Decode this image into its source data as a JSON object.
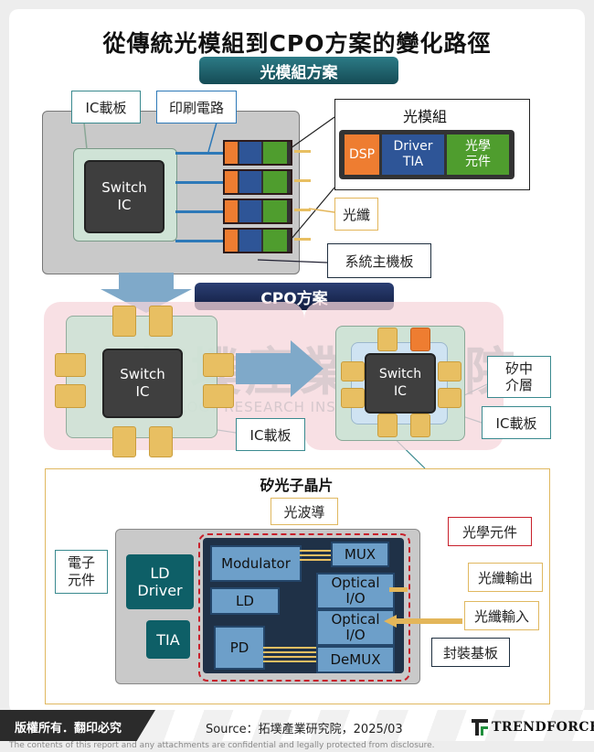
{
  "title": "從傳統光模組到CPO方案的變化路徑",
  "sections": {
    "module_banner": "光模組方案",
    "cpo_banner": "CPO方案"
  },
  "module_scheme": {
    "switch_ic": "Switch\nIC",
    "label_ic_substrate": "IC載板",
    "label_pcb": "印刷電路",
    "label_fiber": "光纖",
    "label_mainboard": "系統主機板",
    "module_callout": {
      "title": "光模組",
      "dsp": "DSP",
      "driver_tia": "Driver\nTIA",
      "optics": "光學\n元件"
    }
  },
  "cpo_scheme": {
    "switch_ic_left": "Switch\nIC",
    "switch_ic_right": "Switch\nIC",
    "label_ic_substrate_left": "IC載板",
    "label_ic_substrate_right": "IC載板",
    "label_interposer": "矽中\n介層"
  },
  "silicon_photonics": {
    "title": "矽光子晶片",
    "label_waveguide": "光波導",
    "label_optical_components": "光學元件",
    "label_electronic_components": "電子\n元件",
    "label_fiber_out": "光纖輸出",
    "label_fiber_in": "光纖輸入",
    "label_package_substrate": "封裝基板",
    "ld_driver": "LD\nDriver",
    "tia": "TIA",
    "modulator": "Modulator",
    "ld": "LD",
    "pd": "PD",
    "mux": "MUX",
    "demux": "DeMUX",
    "optical_io_1": "Optical\nI/O",
    "optical_io_2": "Optical\nI/O"
  },
  "watermark": {
    "text": "拓墣產業研究院",
    "subtext": "TOPOLOGY RESEARCH INSTITUTE"
  },
  "footer": {
    "copyright": "版權所有．翻印必究",
    "source": "Source：拓墣產業研究院，2025/03",
    "brand": "TRENDFORCE",
    "disclaimer": "The contents of this report and any attachments are confidential and legally protected from disclosure."
  },
  "colors": {
    "teal_banner": "#1c5f6a",
    "navy_banner": "#1a2b55",
    "pad_gold": "#e8bf62",
    "trace_blue": "#2d79b8",
    "component_blue": "#6d9fc9",
    "chip_navy": "#1f3147",
    "dashed_red": "#c8202b",
    "dsp_orange": "#ee7d31",
    "driver_blue": "#2e5597",
    "optics_green": "#4f9d2e"
  }
}
